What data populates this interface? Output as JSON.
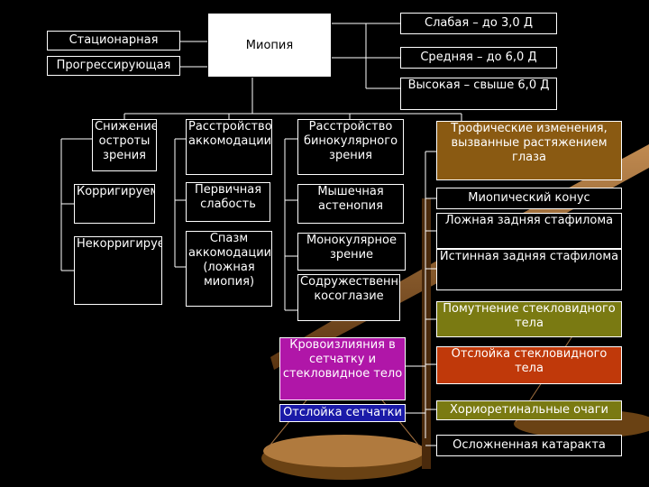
{
  "center": "Миопия",
  "left_types": [
    "Стационарная",
    "Прогрессирующая"
  ],
  "degrees": [
    "Слабая – до 3,0 Д",
    "Средняя – до 6,0 Д",
    "Высокая – свыше 6,0 Д"
  ],
  "col1": {
    "head": "Снижение остроты зрения",
    "sub": [
      "Корригируемое",
      "Некорригируемое"
    ]
  },
  "col2": {
    "head": "Расстройство аккомодации",
    "sub": [
      "Первичная слабость",
      "Спазм аккомодации (ложная миопия)"
    ]
  },
  "col3": {
    "head": "Расстройство бинокулярного зрения",
    "sub": [
      "Мышечная астенопия",
      "Монокулярное зрение",
      "Содружественное косоглазие"
    ]
  },
  "col4": {
    "head": "Трофические изменения, вызванные растяжением глаза",
    "items": [
      "Миопический конус",
      "Ложная задняя стафилома",
      "Истинная задняя стафилома",
      "Помутнение стекловидного тела",
      "Отслойка стекловидного тела",
      "Хориоретинальные очаги",
      "Осложненная катаракта"
    ]
  },
  "retina": {
    "hemorrhage": "Кровоизлияния в сетчатку и стекловидное тело",
    "detachment": "Отслойка сетчатки"
  },
  "colors": {
    "brown": "#8a5a12",
    "olive": "#7a7a12",
    "orange": "#c0390a",
    "magenta": "#b016a8",
    "navy": "#1a1aa8"
  }
}
